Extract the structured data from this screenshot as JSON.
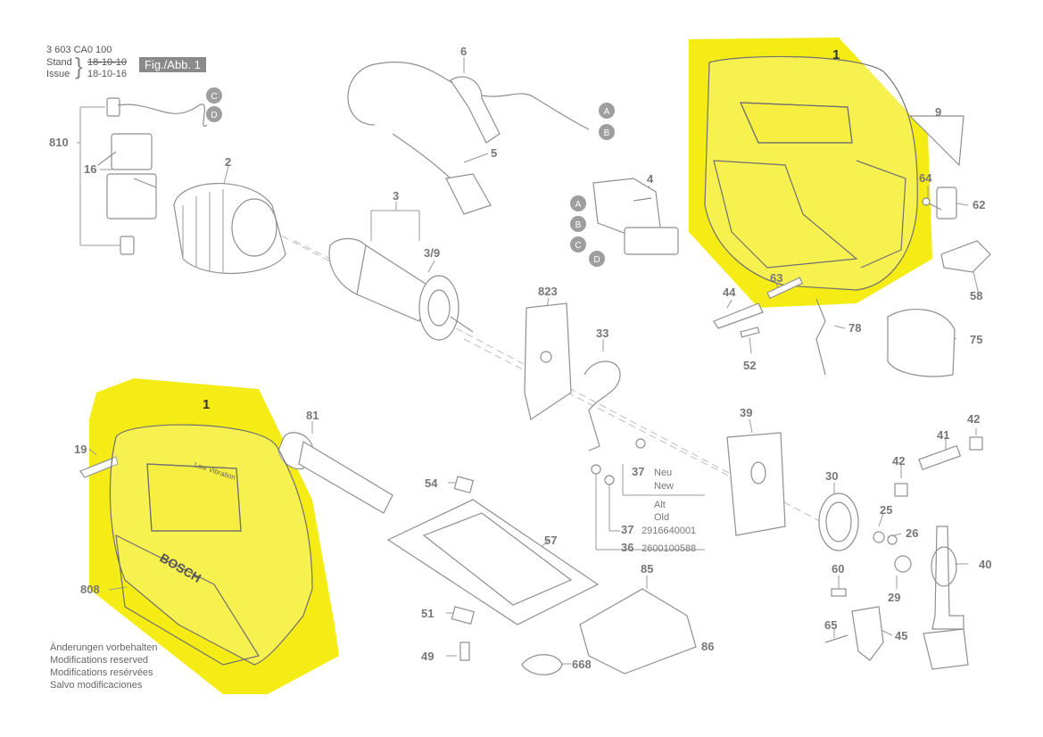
{
  "header": {
    "code": "3 603 CA0 100",
    "stand_label": "Stand",
    "issue_label": "Issue",
    "stand_date_struck": "18-10-10",
    "issue_date": "18-10-16",
    "fig": "Fig./Abb. 1"
  },
  "notes": [
    "Änderungen vorbehalten",
    "Modifications reserved",
    "Modifications resérvées",
    "Salvo modificaciones"
  ],
  "colors": {
    "highlight": "#f5ec16",
    "line": "#8f8f8f",
    "label": "#777777",
    "dark_label": "#555555",
    "callout": "#9e9e9e"
  },
  "callouts": [
    "A",
    "B",
    "C",
    "D"
  ],
  "parts": {
    "p1": "1",
    "p1b": "1",
    "p2": "2",
    "p3": "3",
    "p3_9": "3/9",
    "p4": "4",
    "p5": "5",
    "p6": "6",
    "p9": "9",
    "p16": "16",
    "p19": "19",
    "p25": "25",
    "p26": "26",
    "p29": "29",
    "p30": "30",
    "p33": "33",
    "p39": "39",
    "p40": "40",
    "p41": "41",
    "p42a": "42",
    "p42b": "42",
    "p44": "44",
    "p45": "45",
    "p49": "49",
    "p51": "51",
    "p52": "52",
    "p54": "54",
    "p57": "57",
    "p58": "58",
    "p60": "60",
    "p62": "62",
    "p63": "63",
    "p64": "64",
    "p65": "65",
    "p75": "75",
    "p78": "78",
    "p81": "81",
    "p85": "85",
    "p86": "86",
    "p668": "668",
    "p808": "808",
    "p810": "810",
    "p823": "823"
  },
  "table37": {
    "neu_num": "37",
    "neu_label1": "Neu",
    "neu_label2": "New",
    "alt_label1": "Alt",
    "alt_label2": "Old",
    "alt_num": "37",
    "alt_code": "2916640001",
    "p36_num": "36",
    "p36_code": "2600100588"
  },
  "brand_text": "BOSCH",
  "handle_text": "Low Vibration"
}
